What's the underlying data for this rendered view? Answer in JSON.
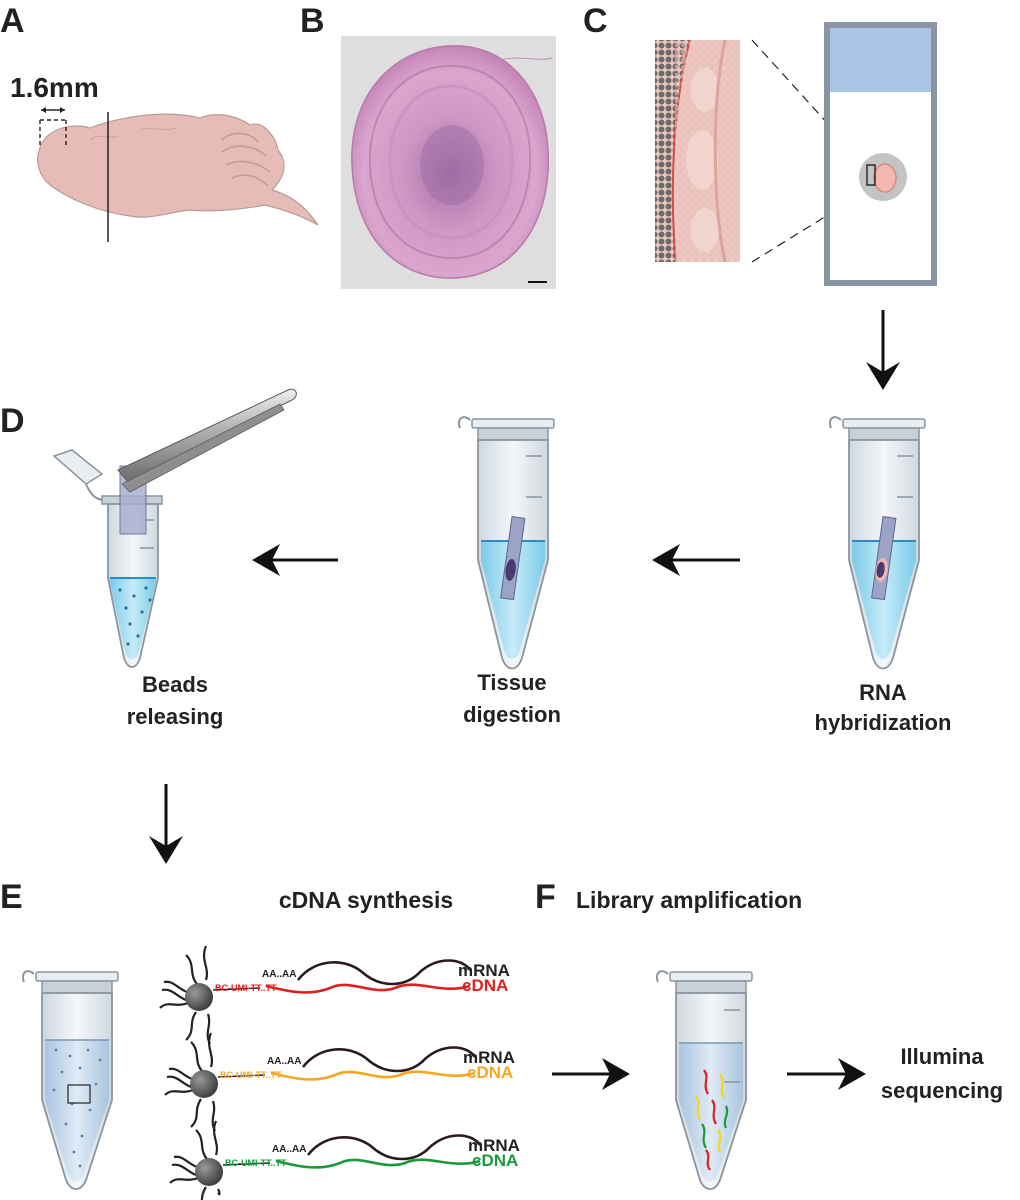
{
  "panels": {
    "A": "A",
    "B": "B",
    "C": "C",
    "D": "D",
    "E": "E",
    "F": "F"
  },
  "panel_a": {
    "distance": "1.6mm"
  },
  "steps": {
    "rna_line1": "RNA",
    "rna_line2": "hybridization",
    "tissue_line1": "Tissue",
    "tissue_line2": "digestion",
    "beads_line1": "Beads",
    "beads_line2": "releasing"
  },
  "headers": {
    "cdna_synthesis": "cDNA synthesis",
    "library_amplification": "Library amplification"
  },
  "capture_rows": [
    {
      "polyA": "AA..AA",
      "barcode": "BC-UMI-TT..TT",
      "mrna": "mRNA",
      "cdna": "cDNA",
      "color": "#e02020"
    },
    {
      "polyA": "AA..AA",
      "barcode": "BC-UMI-TT..TT",
      "mrna": "mRNA",
      "cdna": "cDNA",
      "color": "#f5a623"
    },
    {
      "polyA": "AA..AA",
      "barcode": "BC-UMI-TT..TT",
      "mrna": "mRNA",
      "cdna": "cDNA",
      "color": "#1a9a3a"
    }
  ],
  "sequencing": {
    "line1": "Illumina",
    "line2": "sequencing"
  },
  "colors": {
    "brain": "#e8bcb6",
    "tissue_stain": "#c98fb8",
    "liquid": "#5fc1e8",
    "slide_label": "#a9c4e4",
    "slide_frame": "#8a94a3",
    "arrow": "#111111"
  }
}
